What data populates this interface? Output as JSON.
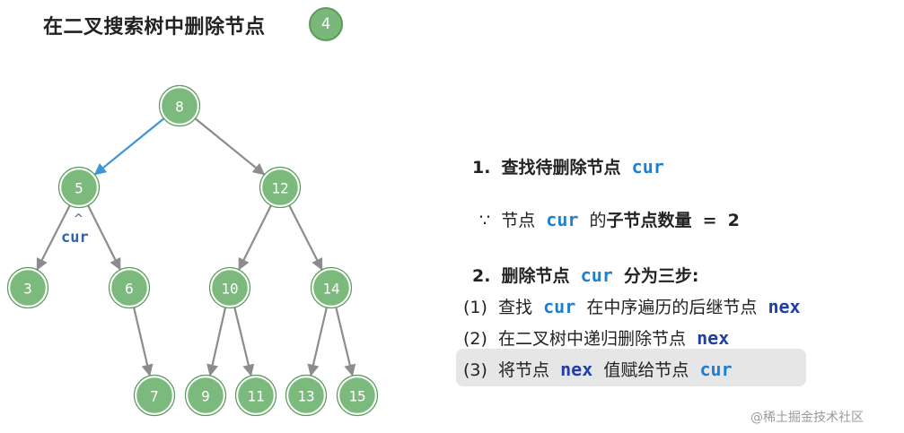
{
  "header": {
    "title": "在二叉搜索树中删除节点",
    "step": "4"
  },
  "tree": {
    "nodes": [
      {
        "id": "n8",
        "label": "8"
      },
      {
        "id": "n5",
        "label": "5",
        "highlight": true
      },
      {
        "id": "n12",
        "label": "12"
      },
      {
        "id": "n3",
        "label": "3"
      },
      {
        "id": "n6",
        "label": "6"
      },
      {
        "id": "n10",
        "label": "10"
      },
      {
        "id": "n14",
        "label": "14"
      },
      {
        "id": "n7",
        "label": "7"
      },
      {
        "id": "n9",
        "label": "9"
      },
      {
        "id": "n11",
        "label": "11"
      },
      {
        "id": "n13",
        "label": "13"
      },
      {
        "id": "n15",
        "label": "15"
      }
    ],
    "edges": [
      {
        "from": "n8",
        "to": "n5",
        "highlight": true
      },
      {
        "from": "n8",
        "to": "n12"
      },
      {
        "from": "n5",
        "to": "n3"
      },
      {
        "from": "n5",
        "to": "n6"
      },
      {
        "from": "n12",
        "to": "n10"
      },
      {
        "from": "n12",
        "to": "n14"
      },
      {
        "from": "n6",
        "to": "n7"
      },
      {
        "from": "n10",
        "to": "n9"
      },
      {
        "from": "n10",
        "to": "n11"
      },
      {
        "from": "n14",
        "to": "n13"
      },
      {
        "from": "n14",
        "to": "n15"
      }
    ],
    "pointer": {
      "arrow": "^",
      "label": "cur"
    },
    "colors": {
      "node": "#7cb97d",
      "edge": "#8c8c8c",
      "highlight_edge": "#3d96d6",
      "pointer": "#2e64a8"
    }
  },
  "steps": {
    "s1": {
      "prefix": "1.",
      "text": "查找待删除节点",
      "code": "cur"
    },
    "s1_note": {
      "symbol": "∵",
      "text_a": "节点",
      "code": "cur",
      "text_b": "的",
      "text_bold": "子节点数量",
      "eq": "=",
      "value": "2"
    },
    "s2": {
      "prefix": "2.",
      "text_a": "删除节点",
      "code": "cur",
      "text_b": "分为三步:"
    },
    "s2_1": {
      "prefix": "(1)",
      "text_a": "查找",
      "code_a": "cur",
      "text_b": "在中序遍历的后继节点",
      "code_b": "nex"
    },
    "s2_2": {
      "prefix": "(2)",
      "text_a": "在二叉树中递归删除节点",
      "code": "nex"
    },
    "s2_3": {
      "prefix": "(3)",
      "text_a": "将节点",
      "code_a": "nex",
      "text_b": "值赋给节点",
      "code_b": "cur"
    }
  },
  "watermark": "@稀土掘金技术社区"
}
